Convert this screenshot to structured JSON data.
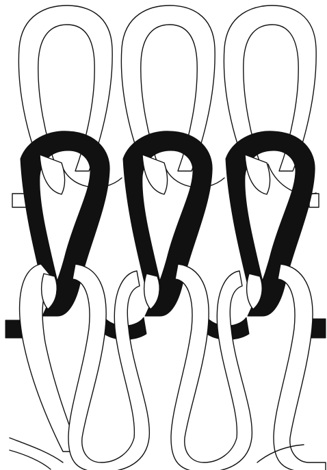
{
  "diagram": {
    "colors": {
      "background": "#ffffff",
      "outline": "#111111",
      "dark_yarn": "#111111",
      "light_yarn": "#ffffff"
    },
    "top_white_loops": 3,
    "middle_black_loops": 3,
    "bottom_white_loops": 3
  }
}
